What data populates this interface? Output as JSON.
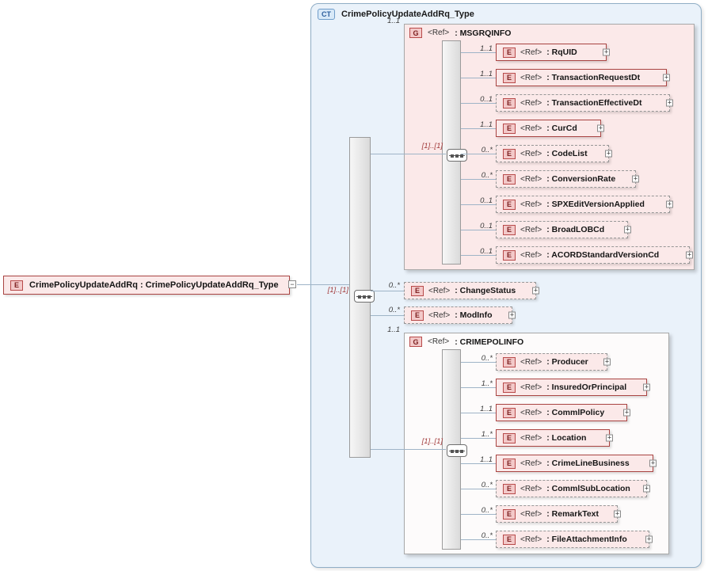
{
  "icons": {
    "expand": "+",
    "collapse": "−"
  },
  "colors": {
    "container_fill": "#eaf2fa",
    "container_border": "#90aec6",
    "group_fill_msgrqinfo": "#fbe9e9",
    "group_fill_crimepolinfo": "#fdfbfb",
    "element_fill": "#fbe9e9",
    "element_border_required": "#a94442",
    "element_border_optional": "#979797",
    "connector": "#9fb4c7"
  },
  "root_element": {
    "badge": "E",
    "label": "CrimePolicyUpdateAddRq : CrimePolicyUpdateAddRq_Type",
    "sequence_cardinality": "[1]..[1]"
  },
  "complex_type": {
    "badge": "CT",
    "title": "CrimePolicyUpdateAddRq_Type"
  },
  "msgrqinfo_group": {
    "badge": "G",
    "ref": "<Ref>",
    "name": ": MSGRQINFO",
    "cardinality": "1..1",
    "sequence_cardinality": "[1]..[1]",
    "children": [
      {
        "badge": "E",
        "ref": "<Ref>",
        "name": ": RqUID",
        "cardinality": "1..1"
      },
      {
        "badge": "E",
        "ref": "<Ref>",
        "name": ": TransactionRequestDt",
        "cardinality": "1..1"
      },
      {
        "badge": "E",
        "ref": "<Ref>",
        "name": ": TransactionEffectiveDt",
        "cardinality": "0..1"
      },
      {
        "badge": "E",
        "ref": "<Ref>",
        "name": ": CurCd",
        "cardinality": "1..1"
      },
      {
        "badge": "E",
        "ref": "<Ref>",
        "name": ": CodeList",
        "cardinality": "0..*"
      },
      {
        "badge": "E",
        "ref": "<Ref>",
        "name": ": ConversionRate",
        "cardinality": "0..*"
      },
      {
        "badge": "E",
        "ref": "<Ref>",
        "name": ": SPXEditVersionApplied",
        "cardinality": "0..1"
      },
      {
        "badge": "E",
        "ref": "<Ref>",
        "name": ": BroadLOBCd",
        "cardinality": "0..1"
      },
      {
        "badge": "E",
        "ref": "<Ref>",
        "name": ": ACORDStandardVersionCd",
        "cardinality": "0..1"
      }
    ]
  },
  "change_status": {
    "badge": "E",
    "ref": "<Ref>",
    "name": ": ChangeStatus",
    "cardinality": "0..*"
  },
  "mod_info": {
    "badge": "E",
    "ref": "<Ref>",
    "name": ": ModInfo",
    "cardinality": "0..*"
  },
  "crimepolinfo_group": {
    "badge": "G",
    "ref": "<Ref>",
    "name": ": CRIMEPOLINFO",
    "cardinality": "1..1",
    "sequence_cardinality": "[1]..[1]",
    "children": [
      {
        "badge": "E",
        "ref": "<Ref>",
        "name": ": Producer",
        "cardinality": "0..*"
      },
      {
        "badge": "E",
        "ref": "<Ref>",
        "name": ": InsuredOrPrincipal",
        "cardinality": "1..*"
      },
      {
        "badge": "E",
        "ref": "<Ref>",
        "name": ": CommlPolicy",
        "cardinality": "1..1"
      },
      {
        "badge": "E",
        "ref": "<Ref>",
        "name": ": Location",
        "cardinality": "1..*"
      },
      {
        "badge": "E",
        "ref": "<Ref>",
        "name": ": CrimeLineBusiness",
        "cardinality": "1..1"
      },
      {
        "badge": "E",
        "ref": "<Ref>",
        "name": ": CommlSubLocation",
        "cardinality": "0..*"
      },
      {
        "badge": "E",
        "ref": "<Ref>",
        "name": ": RemarkText",
        "cardinality": "0..*"
      },
      {
        "badge": "E",
        "ref": "<Ref>",
        "name": ": FileAttachmentInfo",
        "cardinality": "0..*"
      }
    ]
  }
}
